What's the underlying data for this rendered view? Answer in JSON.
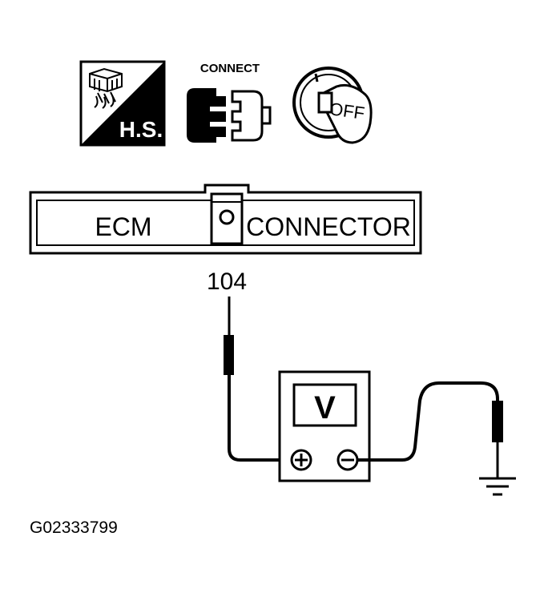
{
  "icons": {
    "harness_badge": "H.S.",
    "connect_label": "CONNECT",
    "key_position": "OFF"
  },
  "connector": {
    "left_text": "ECM",
    "right_text": "CONNECTOR"
  },
  "probe": {
    "terminal": "104"
  },
  "meter": {
    "symbol": "V",
    "positive": "+",
    "negative": "−"
  },
  "figure_id": "G02333799",
  "colors": {
    "ink": "#000000",
    "paper": "#ffffff"
  }
}
